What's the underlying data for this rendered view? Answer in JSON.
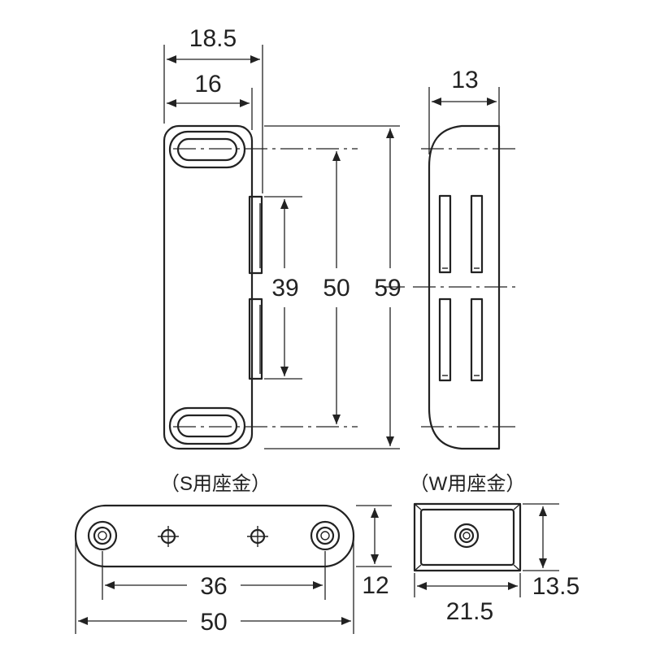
{
  "front_view": {
    "dims": {
      "total_width": "18.5",
      "body_width": "16",
      "magnet_span": "39",
      "hole_pitch": "50",
      "total_height": "59"
    }
  },
  "side_view": {
    "dims": {
      "depth": "13"
    }
  },
  "s_plate": {
    "caption": "（S用座金）",
    "dims": {
      "hole_pitch": "36",
      "length": "50",
      "height": "12"
    }
  },
  "w_plate": {
    "caption": "（W用座金）",
    "dims": {
      "width": "21.5",
      "height": "13.5"
    }
  },
  "colors": {
    "line": "#222222",
    "background": "#ffffff"
  }
}
